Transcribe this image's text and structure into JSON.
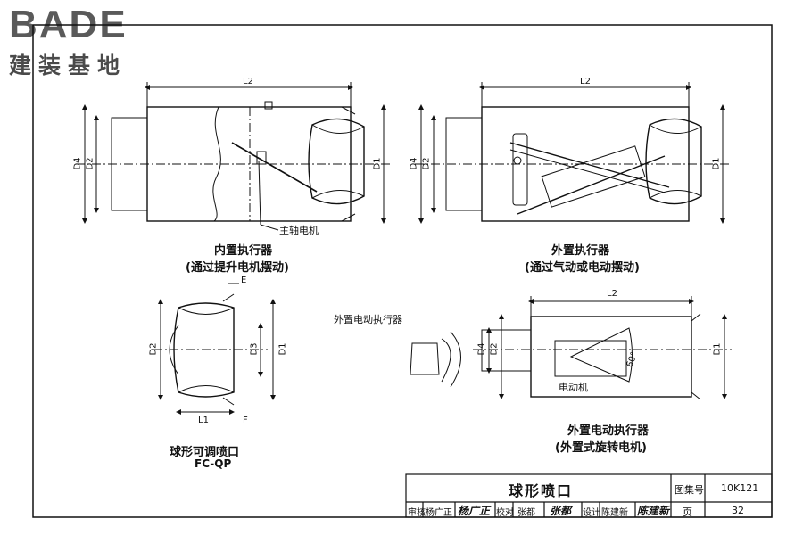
{
  "logo": {
    "brand": "BADE",
    "brand_sub": "建装基地"
  },
  "views": {
    "internal": {
      "title": "内置执行器",
      "subtitle": "(通过提升电机摆动)",
      "motor_label": "主轴电机",
      "dims": {
        "l2": "L2",
        "d4": "D4",
        "d2": "D2",
        "d1": "D1"
      }
    },
    "external": {
      "title": "外置执行器",
      "subtitle": "(通过气动或电动摆动)",
      "dims": {
        "l2": "L2",
        "d4": "D4",
        "d2": "D2",
        "d1": "D1"
      }
    },
    "nozzle": {
      "title": "球形可调喷口",
      "code": "FC-QP",
      "dims": {
        "e": "E",
        "d2": "D2",
        "d3": "D3",
        "d1": "D1",
        "l1": "L1",
        "f": "F"
      }
    },
    "electric": {
      "title": "外置电动执行器",
      "subtitle": "(外置式旋转电机)",
      "actuator_label": "外置电动执行器",
      "motor_label": "电动机",
      "angle": "60°",
      "dims": {
        "l2": "L2",
        "d4": "D4",
        "d2": "D2",
        "d1": "D1"
      }
    }
  },
  "title_block": {
    "drawing_title": "球形喷口",
    "atlas_label": "图集号",
    "atlas_no": "10K121",
    "page_label": "页",
    "page_no": "32",
    "review_label": "审核",
    "review_name": "杨广正",
    "check_label": "校对",
    "check_name": "张都",
    "design_label": "设计",
    "design_name": "陈建新",
    "sig_review": "杨广正",
    "sig_check": "张都",
    "sig_design": "陈建新"
  }
}
